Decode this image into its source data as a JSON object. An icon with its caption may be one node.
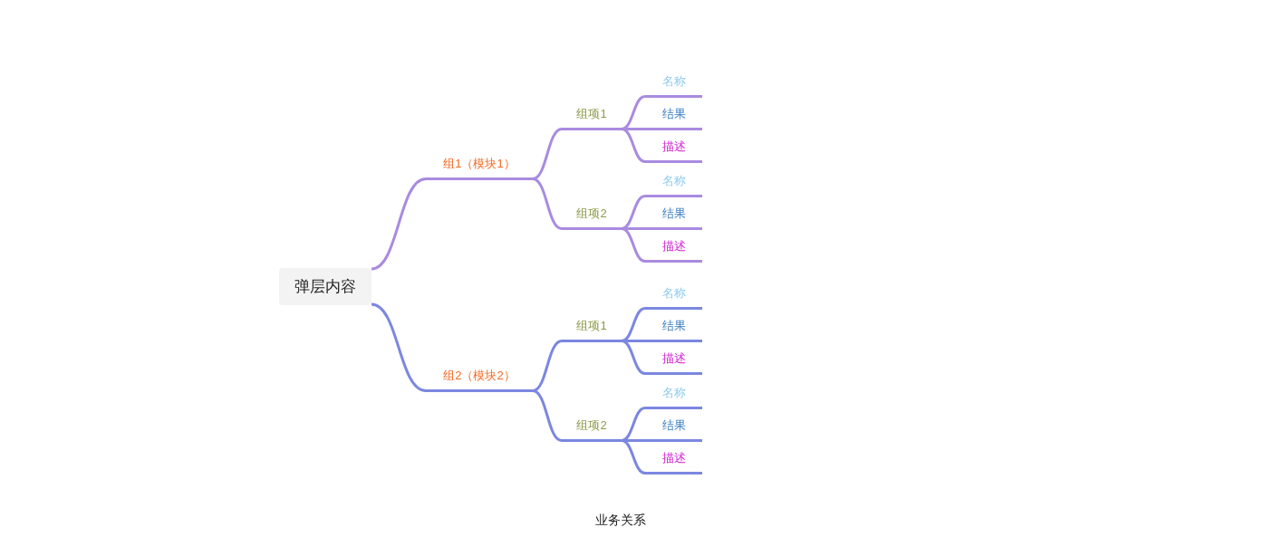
{
  "diagram": {
    "caption": "业务关系",
    "nodes": [
      {
        "text": [
          "弹层内容"
        ]
      },
      {
        "text": [
          "组1（模块1）"
        ]
      },
      {
        "text": [
          "组项1"
        ]
      },
      {
        "text": [
          "名称"
        ]
      },
      {
        "text": [
          "结果"
        ]
      },
      {
        "text": [
          "描述"
        ]
      },
      {
        "text": [
          "组项2"
        ]
      },
      {
        "text": [
          "名称"
        ]
      },
      {
        "text": [
          "结果"
        ]
      },
      {
        "text": [
          "描述"
        ]
      },
      {
        "text": [
          "组2（模块2）"
        ]
      },
      {
        "text": [
          "组项1"
        ]
      },
      {
        "text": [
          "名称"
        ]
      },
      {
        "text": [
          "结果"
        ]
      },
      {
        "text": [
          "描述"
        ]
      },
      {
        "text": [
          "组项2"
        ]
      },
      {
        "text": [
          "名称"
        ]
      },
      {
        "text": [
          "结果"
        ]
      },
      {
        "text": [
          "描述"
        ]
      }
    ],
    "edges": [
      {
        "from": 0,
        "to": 1,
        "arrow": "none",
        "color": "#a98be0"
      },
      {
        "from": 1,
        "to": 2,
        "arrow": "none",
        "color": "#a98be0"
      },
      {
        "from": 2,
        "to": 3,
        "arrow": "none",
        "color": "#a98be0"
      },
      {
        "from": 2,
        "to": 4,
        "arrow": "none",
        "color": "#a98be0"
      },
      {
        "from": 2,
        "to": 5,
        "arrow": "none",
        "color": "#a98be0"
      },
      {
        "from": 1,
        "to": 6,
        "arrow": "none",
        "color": "#a98be0"
      },
      {
        "from": 6,
        "to": 7,
        "arrow": "none",
        "color": "#a98be0"
      },
      {
        "from": 6,
        "to": 8,
        "arrow": "none",
        "color": "#a98be0"
      },
      {
        "from": 6,
        "to": 9,
        "arrow": "none",
        "color": "#a98be0"
      },
      {
        "from": 0,
        "to": 10,
        "arrow": "none",
        "color": "#7b87e0"
      },
      {
        "from": 10,
        "to": 11,
        "arrow": "none",
        "color": "#7b87e0"
      },
      {
        "from": 11,
        "to": 12,
        "arrow": "none",
        "color": "#7b87e0"
      },
      {
        "from": 11,
        "to": 13,
        "arrow": "none",
        "color": "#7b87e0"
      },
      {
        "from": 11,
        "to": 14,
        "arrow": "none",
        "color": "#7b87e0"
      },
      {
        "from": 10,
        "to": 15,
        "arrow": "none",
        "color": "#7b87e0"
      },
      {
        "from": 15,
        "to": 16,
        "arrow": "none",
        "color": "#7b87e0"
      },
      {
        "from": 15,
        "to": 17,
        "arrow": "none",
        "color": "#7b87e0"
      },
      {
        "from": 15,
        "to": 18,
        "arrow": "none",
        "color": "#7b87e0"
      }
    ]
  }
}
